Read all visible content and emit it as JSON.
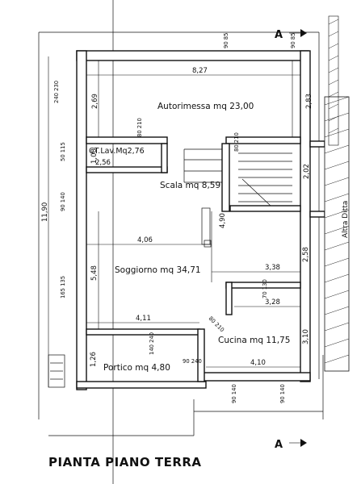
{
  "title": "PIANTA PIANO TERRA",
  "section_mark": "A",
  "rooms": {
    "autorimessa": "Autorimessa mq 23,00",
    "ct_lav": "CT.Lav.Mq2,76",
    "scala": "Scala mq 8,59",
    "soggiorno": "Soggiorno mq 34,71",
    "cucina": "Cucina mq 11,75",
    "portico": "Portico mq 4,80",
    "altra_ditta": "Altra Ditta"
  },
  "dims": {
    "top_width": "8,27",
    "total_height": "11,90",
    "left_garage": "2,69",
    "right_garage": "2,83",
    "ct_width": "2,56",
    "ct_height": "1,08",
    "right_scala": "2,02",
    "stair_height": "4,90",
    "soggiorno_width": "4,06",
    "left_soggiorno": "5,48",
    "right_mid": "2,58",
    "dim_338": "3,38",
    "dim_328": "3,28",
    "dim_411": "4,11",
    "right_cucina": "3,10",
    "portico_height": "1,26",
    "bottom_cucina": "4,10"
  },
  "openings": {
    "w_top_1": "90 85",
    "w_top_2": "90 85",
    "left_1": "240 230",
    "left_2": "50 115",
    "left_3": "90 140",
    "left_4": "165 135",
    "ct_door": "80 210",
    "stair_door": "80 210",
    "kitchen_door": "70 130",
    "door_diag": "80 210",
    "portico_door": "140 240",
    "portico_w": "90 240",
    "bottom_1": "90 140",
    "bottom_2": "90 140"
  }
}
